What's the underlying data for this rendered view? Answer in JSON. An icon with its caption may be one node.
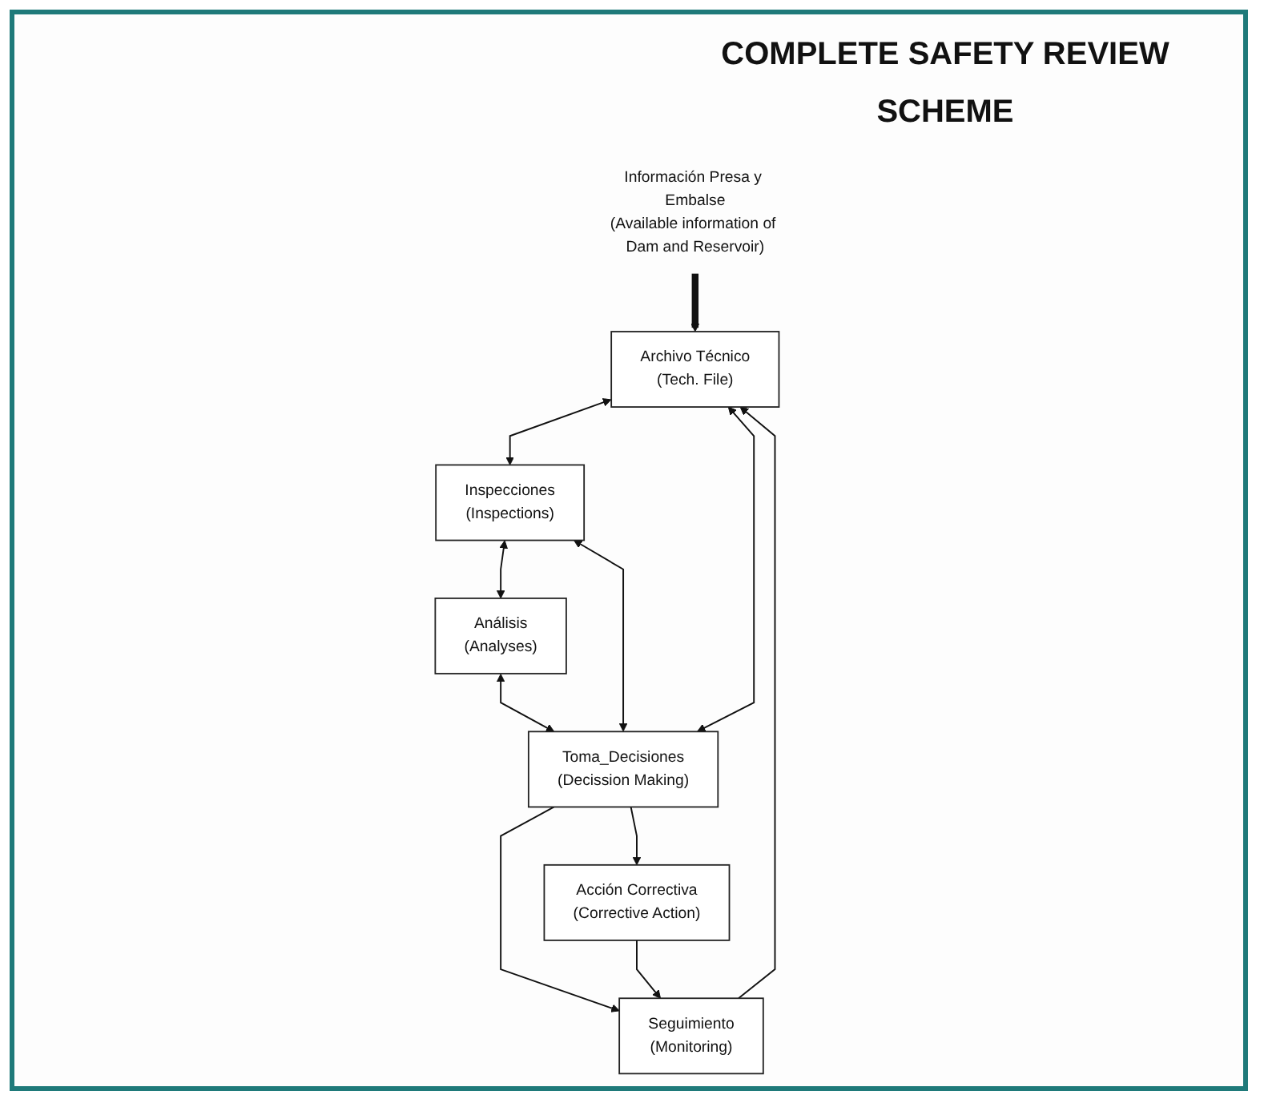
{
  "diagram": {
    "title": "COMPLETE SAFETY REVIEW SCHEME",
    "nodes": [
      {
        "text": [
          "Información Presa y Embalse",
          "(Available information of Dam and Reservoir)"
        ]
      },
      {
        "text": [
          "Archivo Técnico",
          "(Tech. File)"
        ]
      },
      {
        "text": [
          "Inspecciones",
          "(Inspections)"
        ]
      },
      {
        "text": [
          "Seguimiento",
          "(Monitoring)"
        ]
      },
      {
        "text": [
          "Análisis",
          "(Analyses)"
        ]
      },
      {
        "text": [
          "Acción Correctiva",
          "(Corrective Action)"
        ]
      },
      {
        "text": [
          "Toma_Decisiones",
          "(Decission Making)"
        ]
      }
    ],
    "edges": [
      {
        "from": 0,
        "to": 1,
        "arrow": "to",
        "style": "thick"
      },
      {
        "from": 1,
        "to": 2,
        "arrow": "both"
      },
      {
        "from": 3,
        "to": 1,
        "arrow": "to"
      },
      {
        "from": 6,
        "to": 1,
        "arrow": "both"
      },
      {
        "from": 6,
        "to": 2,
        "arrow": "both"
      },
      {
        "from": 2,
        "to": 4,
        "arrow": "both"
      },
      {
        "from": 6,
        "to": 3,
        "arrow": "to"
      },
      {
        "from": 4,
        "to": 6,
        "arrow": "both"
      },
      {
        "from": 6,
        "to": 5,
        "arrow": "to"
      },
      {
        "from": 5,
        "to": 3,
        "arrow": "to"
      }
    ]
  }
}
